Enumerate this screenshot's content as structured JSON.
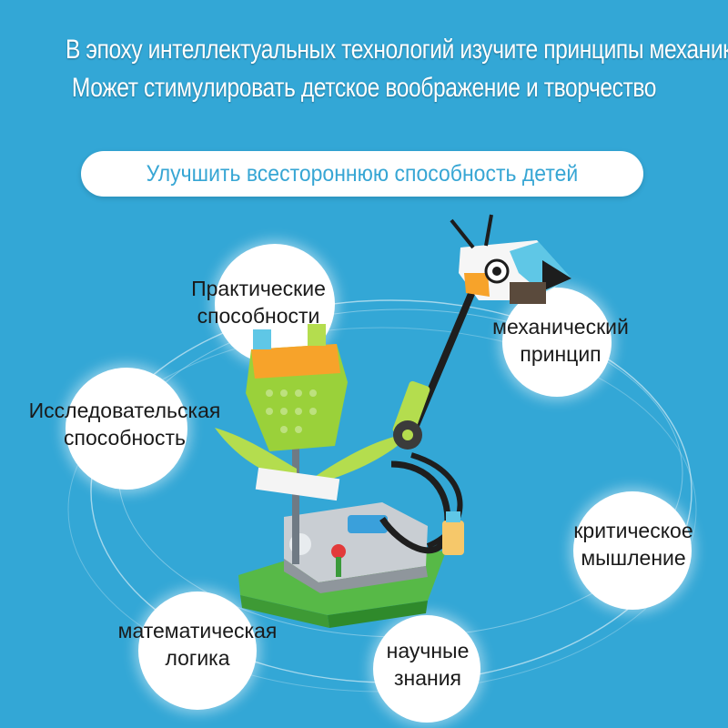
{
  "headline": {
    "line1": "В эпоху интеллектуальных технологий изучите принципы механики,",
    "line2": "Может стимулировать детское воображение и творчество"
  },
  "banner": {
    "text": "Улучшить всестороннюю способность детей"
  },
  "skills": [
    {
      "line1": "Практические",
      "line2": "способности"
    },
    {
      "line1": "механический",
      "line2": "принцип"
    },
    {
      "line1": "Исследовательская",
      "line2": "способность"
    },
    {
      "line1": "критическое",
      "line2": "мышление"
    },
    {
      "line1": "математическая",
      "line2": "логика"
    },
    {
      "line1": "научные",
      "line2": "знания"
    }
  ],
  "colors": {
    "background": "#33a7d6",
    "bubble": "#ffffff",
    "banner_text": "#37a6d4",
    "brick_green": "#8bc53f",
    "brick_orange": "#f7a32a",
    "brick_grey": "#c9ced3"
  }
}
